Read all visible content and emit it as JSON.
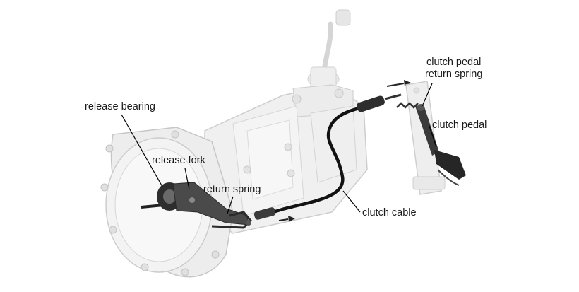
{
  "labels": {
    "release_bearing": "release bearing",
    "release_fork": "release fork",
    "return_spring": "return spring",
    "clutch_cable": "clutch cable",
    "clutch_pedal": "clutch pedal",
    "clutch_pedal_return_spring_line1": "clutch pedal",
    "clutch_pedal_return_spring_line2": "return spring"
  },
  "colors": {
    "housing": "#efefef",
    "housing_stroke": "#c8c8c8",
    "cable": "#111111",
    "parts": "#3a3a3a",
    "leader": "#000000"
  }
}
